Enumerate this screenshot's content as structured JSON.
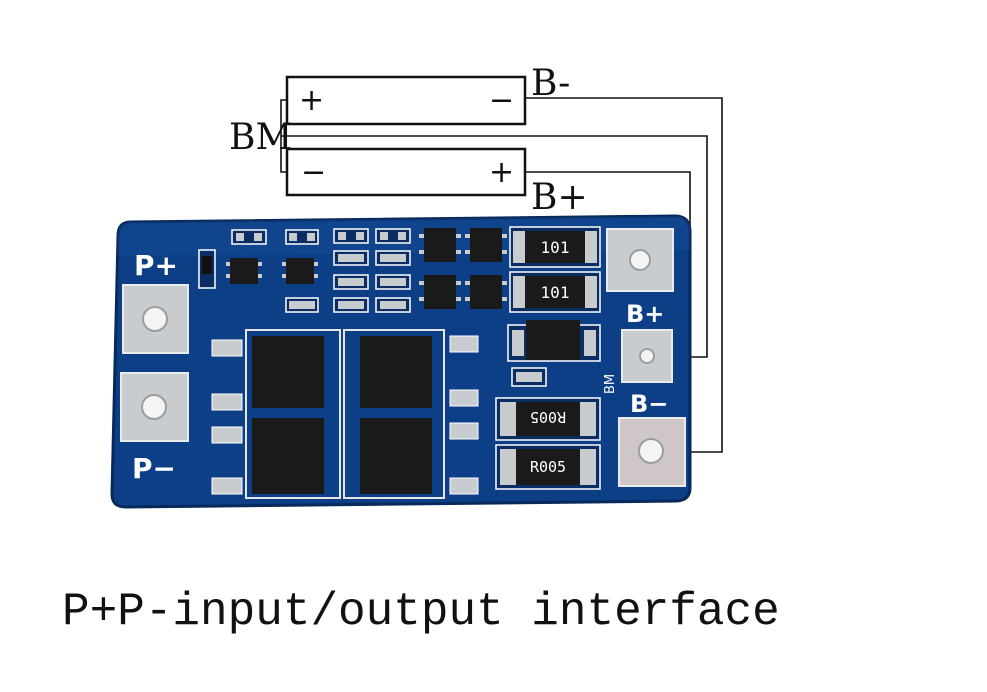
{
  "wiring": {
    "bm_label": "BM",
    "b_minus_label": "B-",
    "b_plus_label": "B+",
    "cell_top": {
      "left_terminal": "+",
      "right_terminal": "−"
    },
    "cell_bottom": {
      "left_terminal": "−",
      "right_terminal": "+"
    }
  },
  "board": {
    "pad_p_plus": "P+",
    "pad_p_minus": "P−",
    "pad_b_plus": "B+",
    "pad_b_minus": "B−",
    "pad_bm": "BM",
    "resistor_top_1": "101",
    "resistor_top_2": "101",
    "shunt_1": "R005",
    "shunt_2": "R005"
  },
  "caption": "P+P-input/output interface",
  "colors": {
    "pcb": "#0c3f86",
    "pcb_edge": "#08306a",
    "silk": "#ffffff",
    "pad": "#c9ccce",
    "chip": "#1a1a1a"
  }
}
